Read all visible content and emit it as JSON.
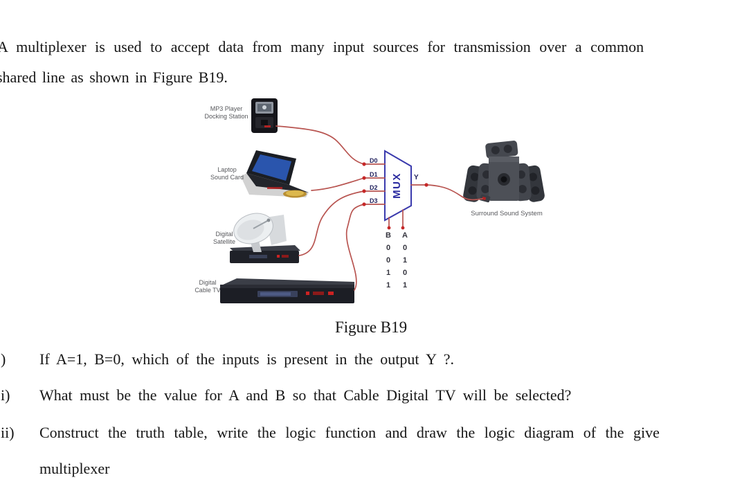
{
  "page": {
    "intro": {
      "line1": "A multiplexer is used to accept data from many input sources for transmission over a common",
      "line2": "shared line as shown in Figure B19."
    },
    "figure_caption": "Figure B19",
    "questions": [
      {
        "marker": ")",
        "text": "If A=1, B=0, which of the inputs is present in the output Y ?."
      },
      {
        "marker": "i)",
        "text": "What must be the value for A and B so that Cable Digital TV will be selected?"
      },
      {
        "marker": "ii)",
        "text": "Construct the truth table, write the logic function and draw the logic diagram of the give"
      },
      {
        "marker": "",
        "text": "multiplexer"
      }
    ]
  },
  "figure": {
    "devices": [
      {
        "id": "mp3",
        "icon": "mp3-player-dock-icon",
        "label_lines": [
          "MP3 Player",
          "Docking Station"
        ]
      },
      {
        "id": "laptop",
        "icon": "laptop-icon",
        "label_lines": [
          "Laptop",
          "Sound Card"
        ]
      },
      {
        "id": "satellite",
        "icon": "satellite-dish-icon",
        "label_lines": [
          "Digital",
          "Satellite"
        ]
      },
      {
        "id": "cable",
        "icon": "cable-box-icon",
        "label_lines": [
          "Digital",
          "Cable TV"
        ]
      },
      {
        "id": "speakers",
        "icon": "surround-speakers-icon",
        "label_lines": [
          "Surround Sound System"
        ]
      }
    ],
    "mux": {
      "label": "MUX",
      "inputs": [
        "D0",
        "D1",
        "D2",
        "D3"
      ],
      "output": "Y"
    },
    "truth_table": {
      "header": [
        "B",
        "A"
      ],
      "rows": [
        [
          "0",
          "0"
        ],
        [
          "0",
          "1"
        ],
        [
          "1",
          "0"
        ],
        [
          "1",
          "1"
        ]
      ]
    },
    "colors": {
      "wire": "#b85450",
      "dot": "#c62828",
      "mux_border": "#3a3aad",
      "mux_text": "#2b2ba0",
      "label_gray": "#57585c"
    }
  }
}
